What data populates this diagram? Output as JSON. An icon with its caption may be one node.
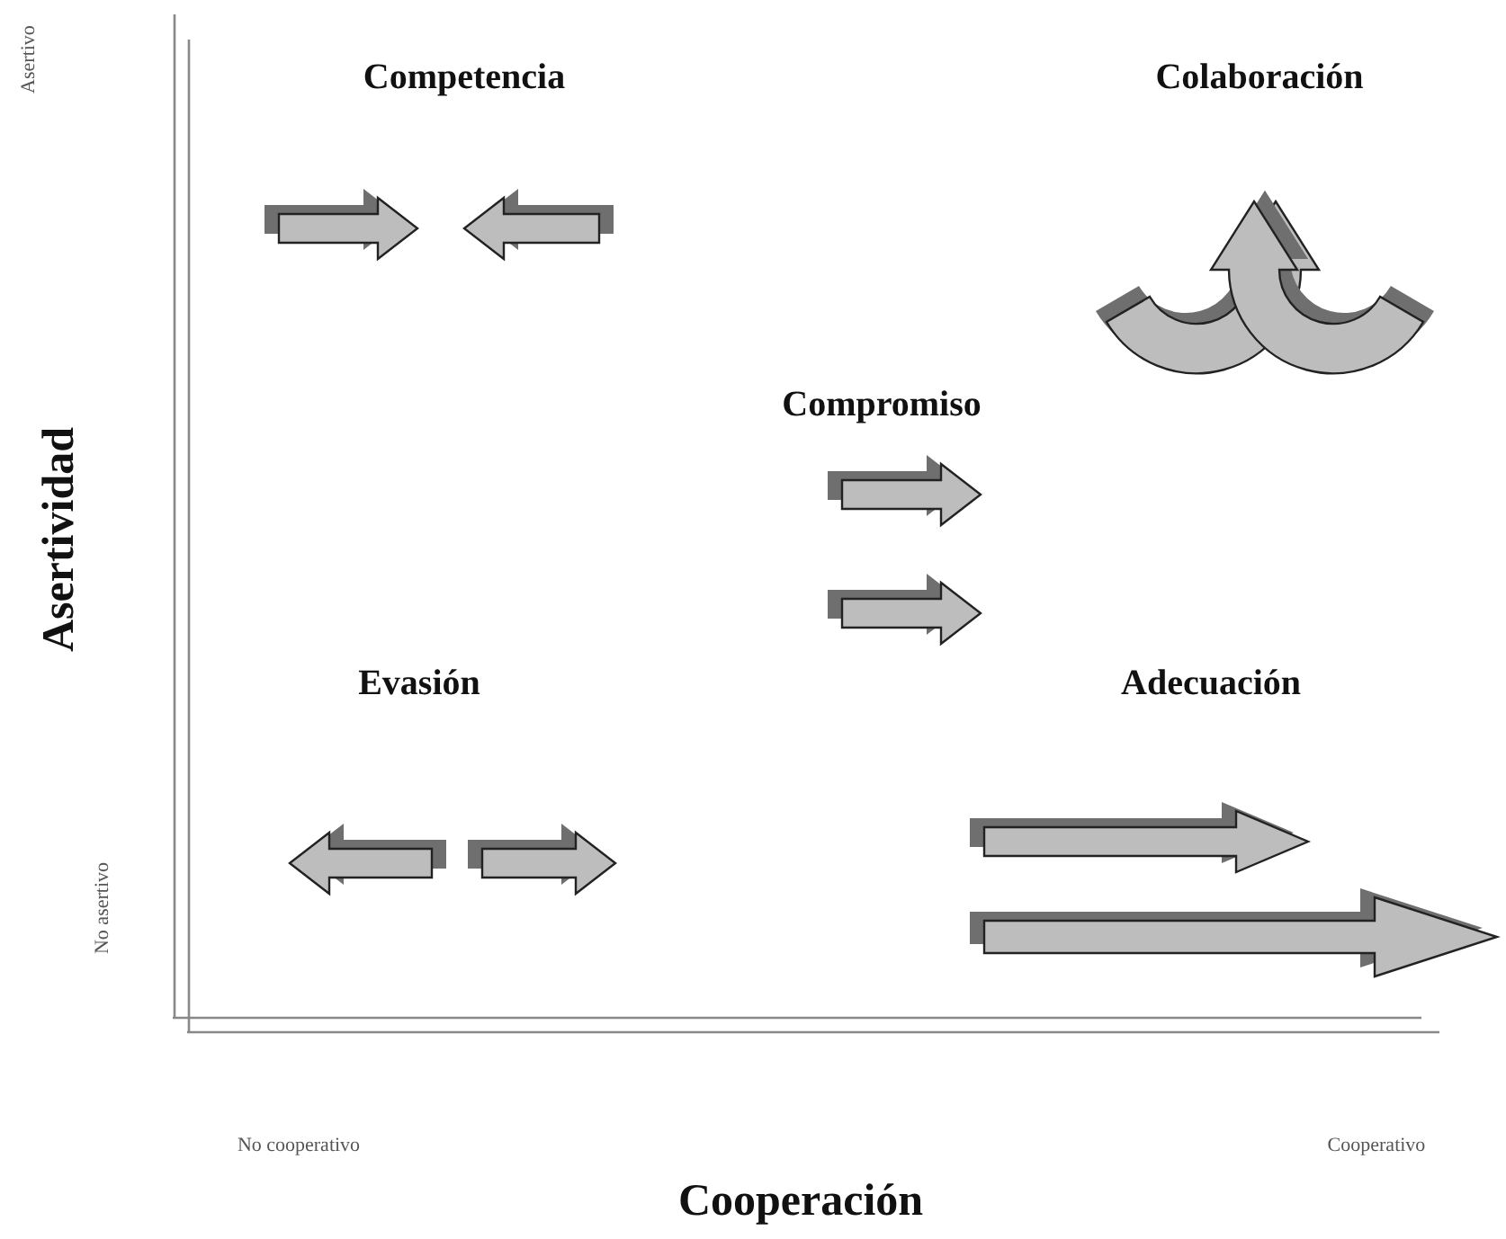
{
  "diagram": {
    "labels": [
      "Asertivo",
      "Competencia",
      "Colaboración",
      "Compromiso",
      "Asertividad",
      "Evasión",
      "Adecuación",
      "No asertivo",
      "No cooperativo",
      "Cooperativo",
      "Cooperación"
    ]
  }
}
